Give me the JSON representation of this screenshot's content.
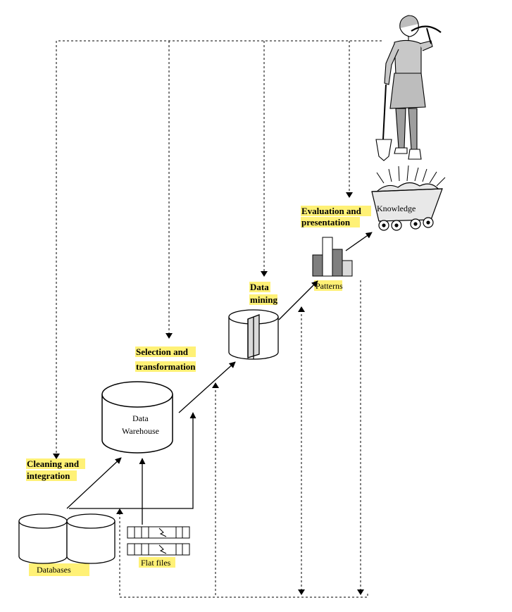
{
  "colors": {
    "highlight": "#FFF176",
    "ink": "#000000",
    "bar_dark": "#7F7F7F",
    "bar_light": "#D9D9D9",
    "figure_fill": "#C8C8C8",
    "cart_fill": "#E8E8E8"
  },
  "stages": {
    "cleaning": {
      "line1": "Cleaning and",
      "line2": "integration"
    },
    "selection": {
      "line1": "Selection and",
      "line2": "transformation"
    },
    "mining": {
      "line1": "Data",
      "line2": "mining"
    },
    "evaluation": {
      "line1": "Evaluation and",
      "line2": "presentation"
    }
  },
  "nodes": {
    "warehouse": {
      "line1": "Data",
      "line2": "Warehouse"
    },
    "databases": "Databases",
    "flat_files": "Flat files",
    "patterns": "Patterns",
    "knowledge": "Knowledge"
  },
  "icons": {
    "databases": "database-cylinders-icon",
    "warehouse": "warehouse-cylinder-icon",
    "flat_files": "flat-file-records-icon",
    "mining": "data-cube-cylinder-icon",
    "patterns": "bar-chart-icon",
    "knowledge": "mine-cart-icon",
    "miner": "miner-figure-icon"
  }
}
